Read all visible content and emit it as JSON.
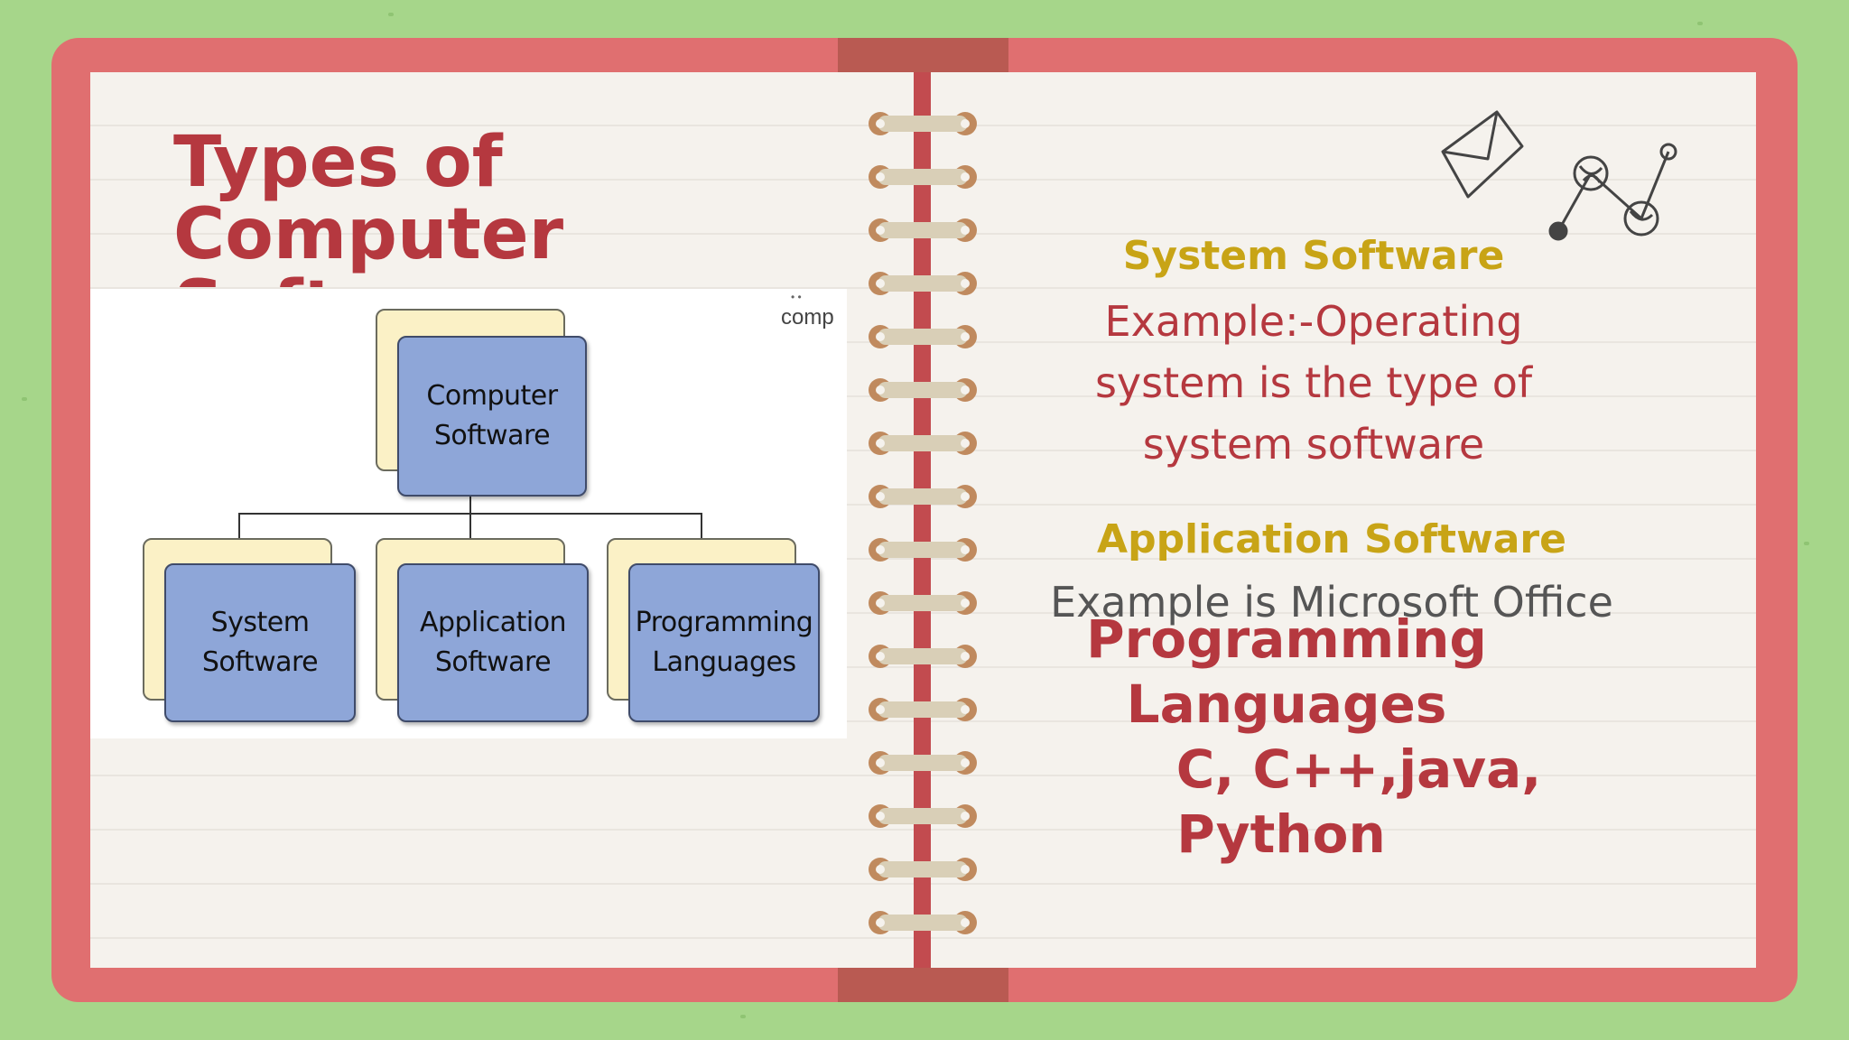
{
  "slide": {
    "title": "Types of Computer Software"
  },
  "diagram": {
    "corner_label": "comp",
    "root": "Computer\nSoftware",
    "children": [
      "System\nSoftware",
      "Application\nSoftware",
      "Programming\nLanguages"
    ]
  },
  "right_page": {
    "system": {
      "heading": "System Software",
      "line1": "Example:-Operating",
      "line2": "system is the type of",
      "line3": "system software"
    },
    "application": {
      "heading": "Application Software",
      "example": "Example is Microsoft Office"
    },
    "programming": {
      "heading_line1": "Programming",
      "heading_line2": "Languages",
      "examples_line1": "C, C++,java,",
      "examples_line2": "Python"
    }
  },
  "decor": {
    "icons": [
      "envelope-icon",
      "molecule-icon",
      "spiral-binding-icon"
    ],
    "colors": {
      "background": "#a6d68a",
      "cover": "#e06f70",
      "title_red": "#b5383f",
      "heading_yellow": "#c8a416"
    }
  }
}
